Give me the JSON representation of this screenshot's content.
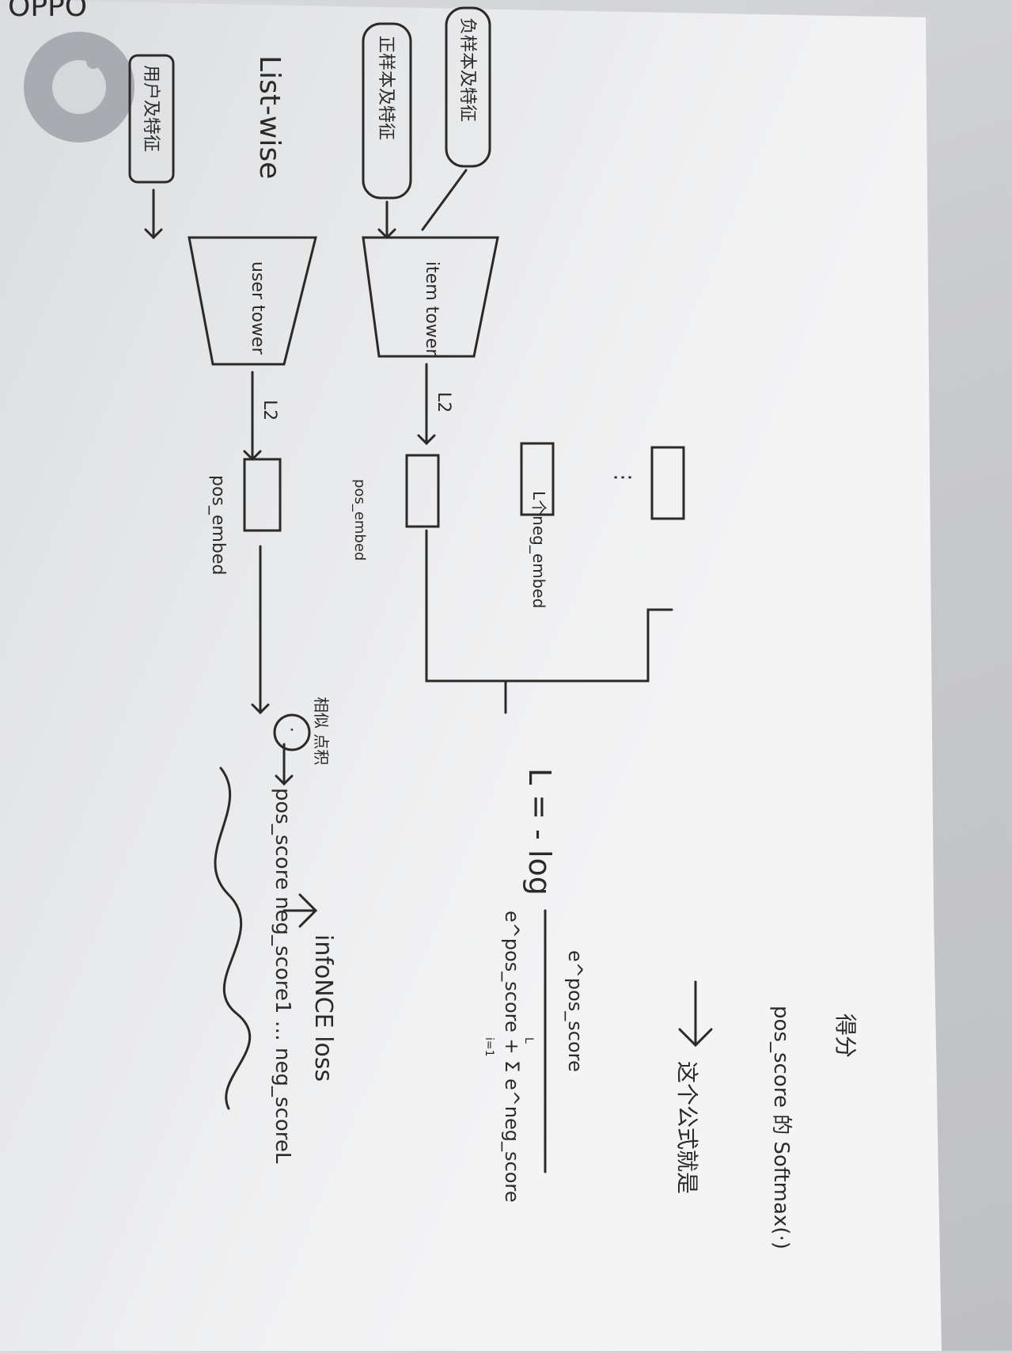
{
  "note": {
    "title": "List-wise",
    "inputs": {
      "user_features": "用户及特征",
      "positive_item_features": "正样本及特征",
      "negative_item_features": "负样本及特征"
    },
    "towers": {
      "user_tower": "user tower",
      "item_tower": "item tower"
    },
    "norm_label_1": "L2",
    "norm_label_2": "L2",
    "embeddings": {
      "pos_embed_top": "pos_embed",
      "pos_embed_mid": "pos_embed",
      "neg_embed": "L个neg_embed"
    },
    "dots_vertical": "⋮",
    "circle_op": "·",
    "similarity_label": "相似\n点积",
    "scores": "pos_score  neg_score1 … neg_scoreL",
    "loss_name": "infoNCE loss",
    "formula": {
      "lhs": "L = - log",
      "numerator": "e^pos_score",
      "denominator": "e^pos_score + Σ e^neg_score",
      "sum_index": "i=1",
      "sum_upper": "L"
    },
    "conclusion_line1": "这个公式就是",
    "conclusion_line2": "pos_score 的 Softmax(·)",
    "conclusion_line3": "得分"
  },
  "logo": {
    "brand": "OPPO"
  }
}
